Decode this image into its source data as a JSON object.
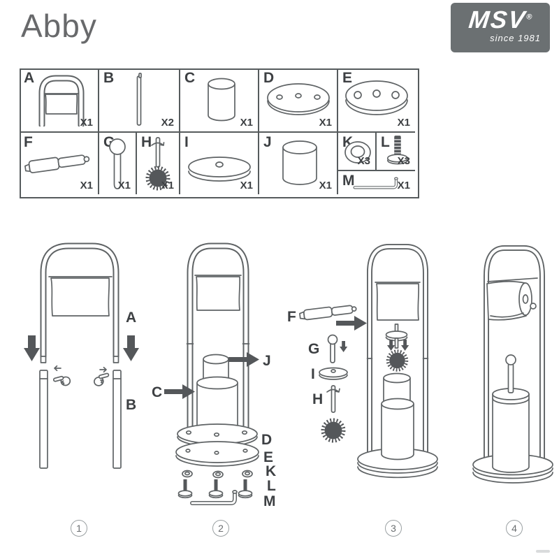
{
  "header": {
    "title": "Abby",
    "logo": {
      "brand": "MSV",
      "registered": "®",
      "tagline": "since 1981"
    }
  },
  "colors": {
    "logo_background": "#6b7072",
    "line_art": "#5f6365",
    "dark_fill": "#54575a",
    "label_text": "#3d4043"
  },
  "parts": [
    {
      "id": "A",
      "qty": "X1",
      "icon": "upper-frame-with-paper-flap"
    },
    {
      "id": "B",
      "qty": "X2",
      "icon": "leg-tube"
    },
    {
      "id": "C",
      "qty": "X1",
      "icon": "inner-cylinder"
    },
    {
      "id": "D",
      "qty": "X1",
      "icon": "base-plate-three-holes"
    },
    {
      "id": "E",
      "qty": "X1",
      "icon": "base-plate-three-holes-thick"
    },
    {
      "id": "F",
      "qty": "X1",
      "icon": "spring-roll-holder"
    },
    {
      "id": "G",
      "qty": "X1",
      "icon": "brush-handle"
    },
    {
      "id": "H",
      "qty": "X1",
      "icon": "toilet-brush"
    },
    {
      "id": "I",
      "qty": "X1",
      "icon": "lid-disc"
    },
    {
      "id": "J",
      "qty": "X1",
      "icon": "brush-cup-cylinder"
    },
    {
      "id": "K",
      "qty": "X3",
      "icon": "washer"
    },
    {
      "id": "L",
      "qty": "X3",
      "icon": "bolt"
    },
    {
      "id": "M",
      "qty": "X1",
      "icon": "allen-key"
    }
  ],
  "steps": [
    {
      "number": "1",
      "labels": {
        "a": "A",
        "b": "B"
      }
    },
    {
      "number": "2",
      "labels": {
        "j": "J",
        "c": "C",
        "d": "D",
        "e": "E",
        "k": "K",
        "l": "L",
        "m": "M"
      }
    },
    {
      "number": "3",
      "labels": {
        "f": "F",
        "g": "G",
        "i": "I",
        "h": "H"
      }
    },
    {
      "number": "4",
      "labels": {}
    }
  ]
}
